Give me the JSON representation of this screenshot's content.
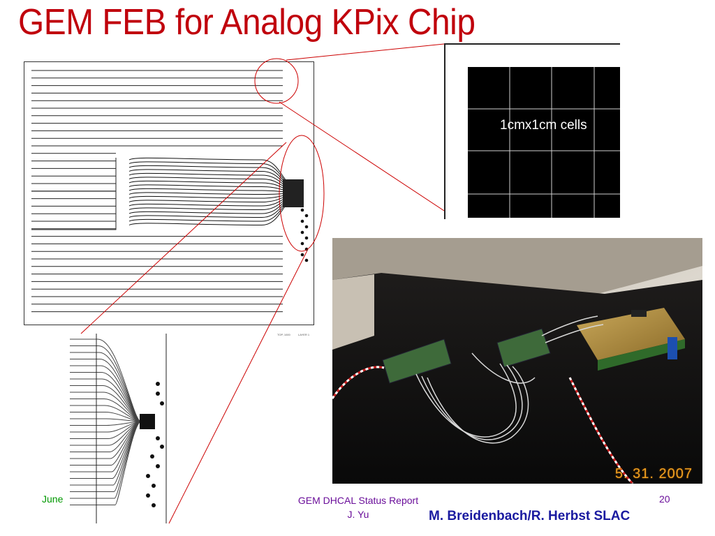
{
  "slide": {
    "title": "GEM FEB for Analog KPix Chip",
    "title_color": "#c0000c"
  },
  "cell_grid": {
    "label": "1cmx1cm cells",
    "rows": 4,
    "cols": 4
  },
  "layout_drawing": {
    "corner_labels": [
      "TOP, 1000",
      "LAYER 1"
    ]
  },
  "photo": {
    "date_stamp": "5. 31. 2007"
  },
  "footer": {
    "date": "June",
    "report_title": "GEM DHCAL Status Report",
    "presenter": "J. Yu",
    "page_number": "20",
    "credit": "M. Breidenbach/R. Herbst SLAC"
  },
  "colors": {
    "callout_lines": "#cc0000",
    "footer_date": "#009900",
    "footer_text": "#6a0e9a",
    "credit": "#1a1aa0"
  }
}
